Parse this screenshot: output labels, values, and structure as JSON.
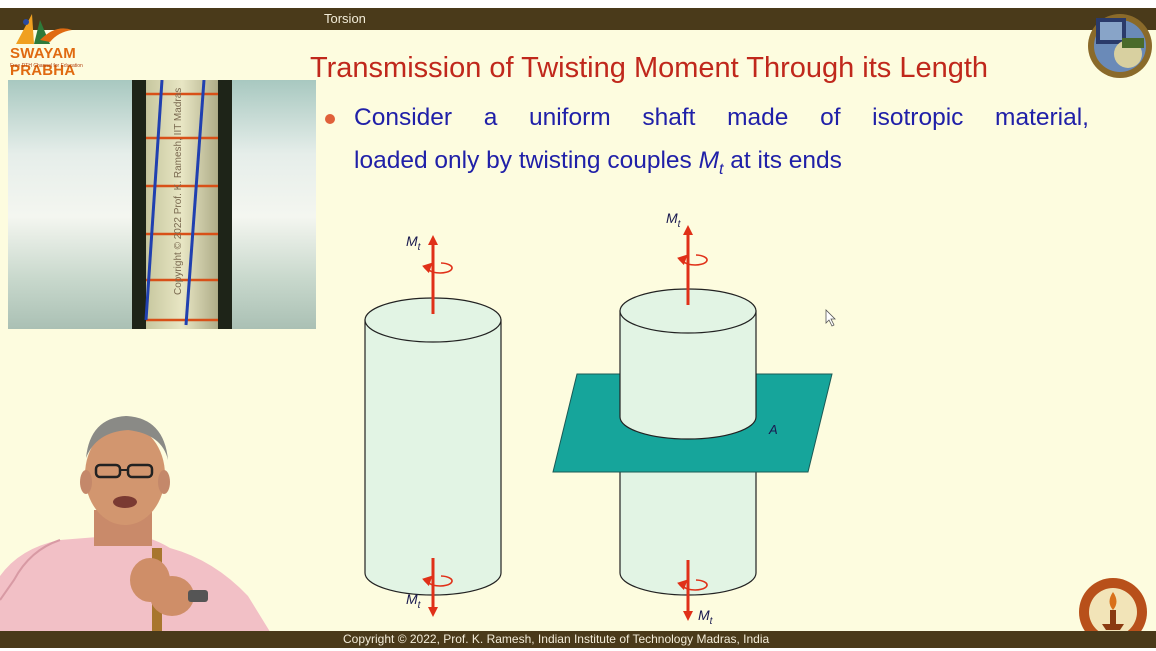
{
  "header": {
    "title": "Torsion"
  },
  "logo": {
    "brand": "SWAYAM PRABHA",
    "tagline": "Free DTH Channel for Education"
  },
  "slide": {
    "heading": "Transmission of Twisting Moment Through its Length",
    "bullet": {
      "line1": "Consider a uniform shaft made of isotropic material,",
      "line2_prefix": "loaded only by twisting couples ",
      "moment_symbol": "M",
      "moment_subscript": "t",
      "line2_suffix": " at its ends"
    }
  },
  "video": {
    "watermark": "Copyright © 2022 Prof. K. Ramesh, IIT Madras"
  },
  "diagram": {
    "moment_label": "M",
    "moment_subscript": "t",
    "section_label": "A"
  },
  "footer": {
    "copyright": "Copyright © 2022, Prof. K. Ramesh, Indian Institute of Technology Madras, India"
  },
  "colors": {
    "slide_bg": "#fdfcdf",
    "heading": "#c0281c",
    "bullet_text": "#2020a8",
    "cylinder_fill": "#e2f4e4",
    "section_plane": "#16a59b",
    "arrow": "#e03018",
    "bar": "#4a3a1a"
  }
}
